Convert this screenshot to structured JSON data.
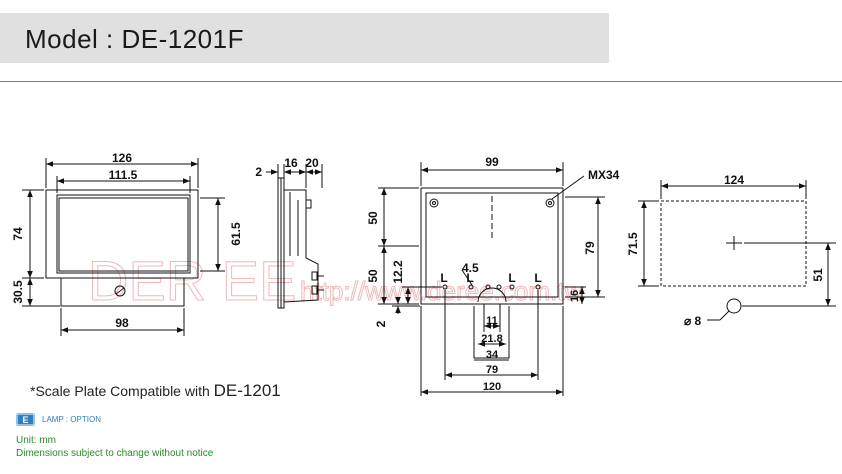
{
  "header": {
    "title": "Model : DE-1201F"
  },
  "watermark": {
    "logo": "DER EE",
    "url": "http://www.deree.com.tw"
  },
  "front_view": {
    "width": "126",
    "window_width": "111.5",
    "height": "74",
    "window_height": "61.5",
    "bottom_height": "30.5",
    "bottom_width": "98"
  },
  "side_view": {
    "d1": "2",
    "d2": "16",
    "d3": "20"
  },
  "back_view": {
    "width_top": "99",
    "screw_label": "MX34",
    "left_upper": "50",
    "left_lower": "50",
    "right_height": "79",
    "terminal_offset": "12.2",
    "hole_dia": "4.5",
    "terminal_label": "L",
    "base_offset": "2",
    "right_small": "16",
    "span_11": "11",
    "span_21_8": "21.8",
    "span_34": "34",
    "span_79": "79",
    "span_120": "120"
  },
  "cutout": {
    "width": "124",
    "height": "71.5",
    "offset": "51",
    "hole": "⌀ 8"
  },
  "notes": {
    "scale_prefix": "*Scale Plate Compatible with ",
    "scale_model": "DE-1201"
  },
  "legend": {
    "lamp": "LAMP : OPTION",
    "unit": "Unit: mm",
    "disclaimer": "Dimensions subject to change without notice"
  },
  "colors": {
    "header_bg": "#e0e0e0",
    "lamp_blue": "#2f7fc1",
    "note_green": "#2a8a2a",
    "watermark_red": "#f0b8b8"
  }
}
